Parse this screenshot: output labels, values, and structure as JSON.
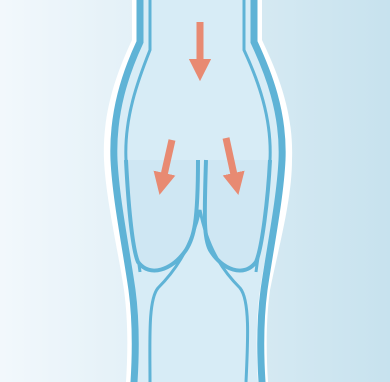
{
  "diagram": {
    "subject": "vein-valve-cross-section",
    "colors": {
      "background_light": "#f2f8fc",
      "background_dark": "#c7e2ee",
      "vein_lumen": "#d7ecf6",
      "vein_wall": "#5fb3d6",
      "vein_outline": "#ffffff",
      "flow_arrow": "#e88a72"
    },
    "arrows": [
      {
        "name": "flow-arrow-top",
        "direction": "down"
      },
      {
        "name": "flow-arrow-left",
        "direction": "down-left"
      },
      {
        "name": "flow-arrow-right",
        "direction": "down-right"
      }
    ],
    "valve": {
      "leaflets": 2,
      "state": "closed"
    }
  }
}
